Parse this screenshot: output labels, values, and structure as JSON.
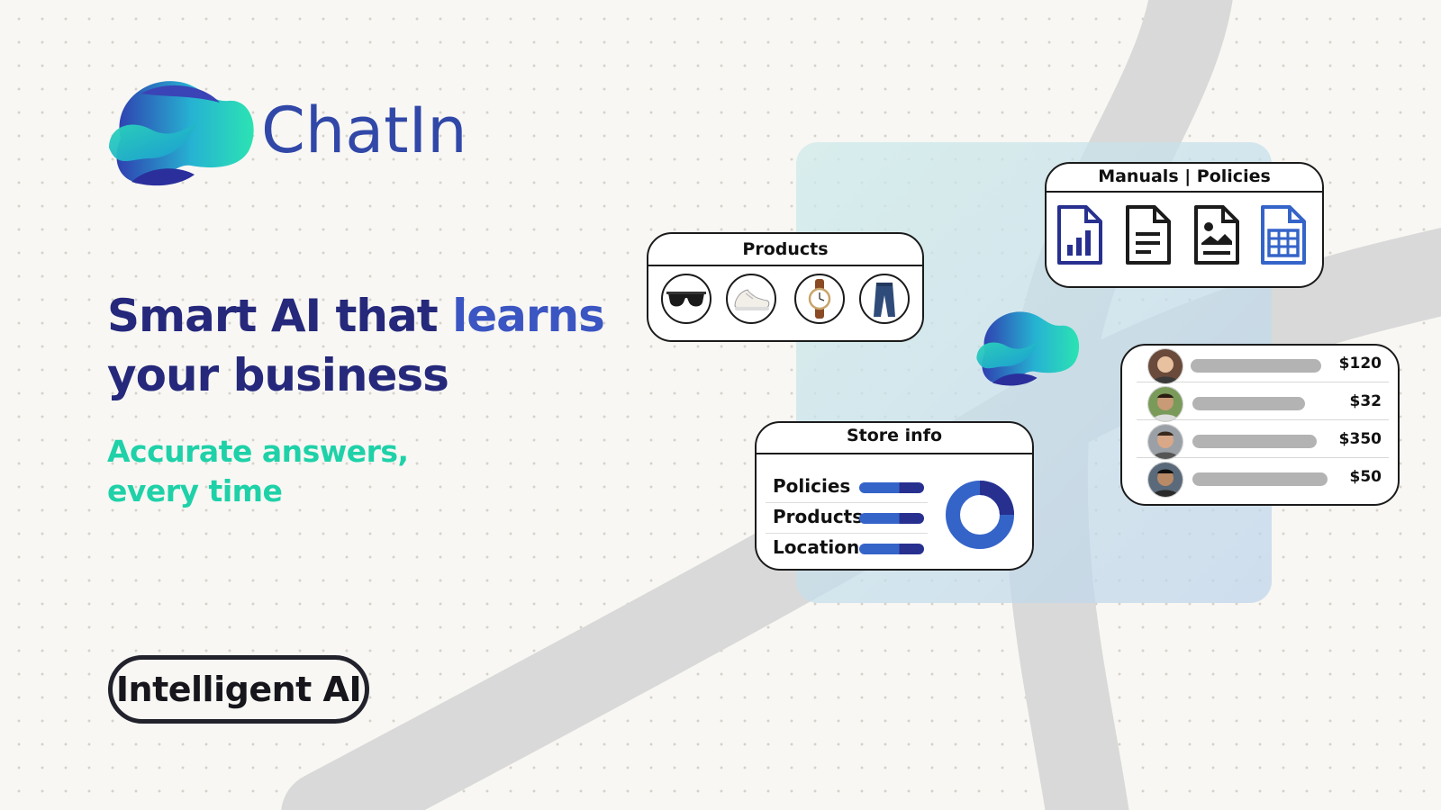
{
  "brand": {
    "name": "ChatIn",
    "logo_icon": "chatin-blob-logo"
  },
  "hero": {
    "headline_part1": "Smart AI that ",
    "headline_highlight": "learns",
    "headline_part2": "your business",
    "subheadline_line1": "Accurate answers,",
    "subheadline_line2": "every time"
  },
  "badge": {
    "label": "Intelligent AI"
  },
  "cards": {
    "products": {
      "title": "Products",
      "items": [
        "sunglasses-icon",
        "sneaker-icon",
        "watch-icon",
        "jeans-icon"
      ]
    },
    "manuals": {
      "title": "Manuals | Policies",
      "items": [
        "chart-document-icon",
        "text-document-icon",
        "image-document-icon",
        "spreadsheet-document-icon"
      ]
    },
    "store_info": {
      "title": "Store info",
      "rows": [
        "Policies",
        "Products",
        "Location"
      ],
      "chart_icon": "donut-chart-icon"
    },
    "customers": {
      "prices": [
        "$120",
        "$32",
        "$350",
        "$50"
      ]
    }
  },
  "colors": {
    "navy": "#25287b",
    "blue": "#3b55c2",
    "teal": "#1fd1a8",
    "dark": "#16161c"
  }
}
